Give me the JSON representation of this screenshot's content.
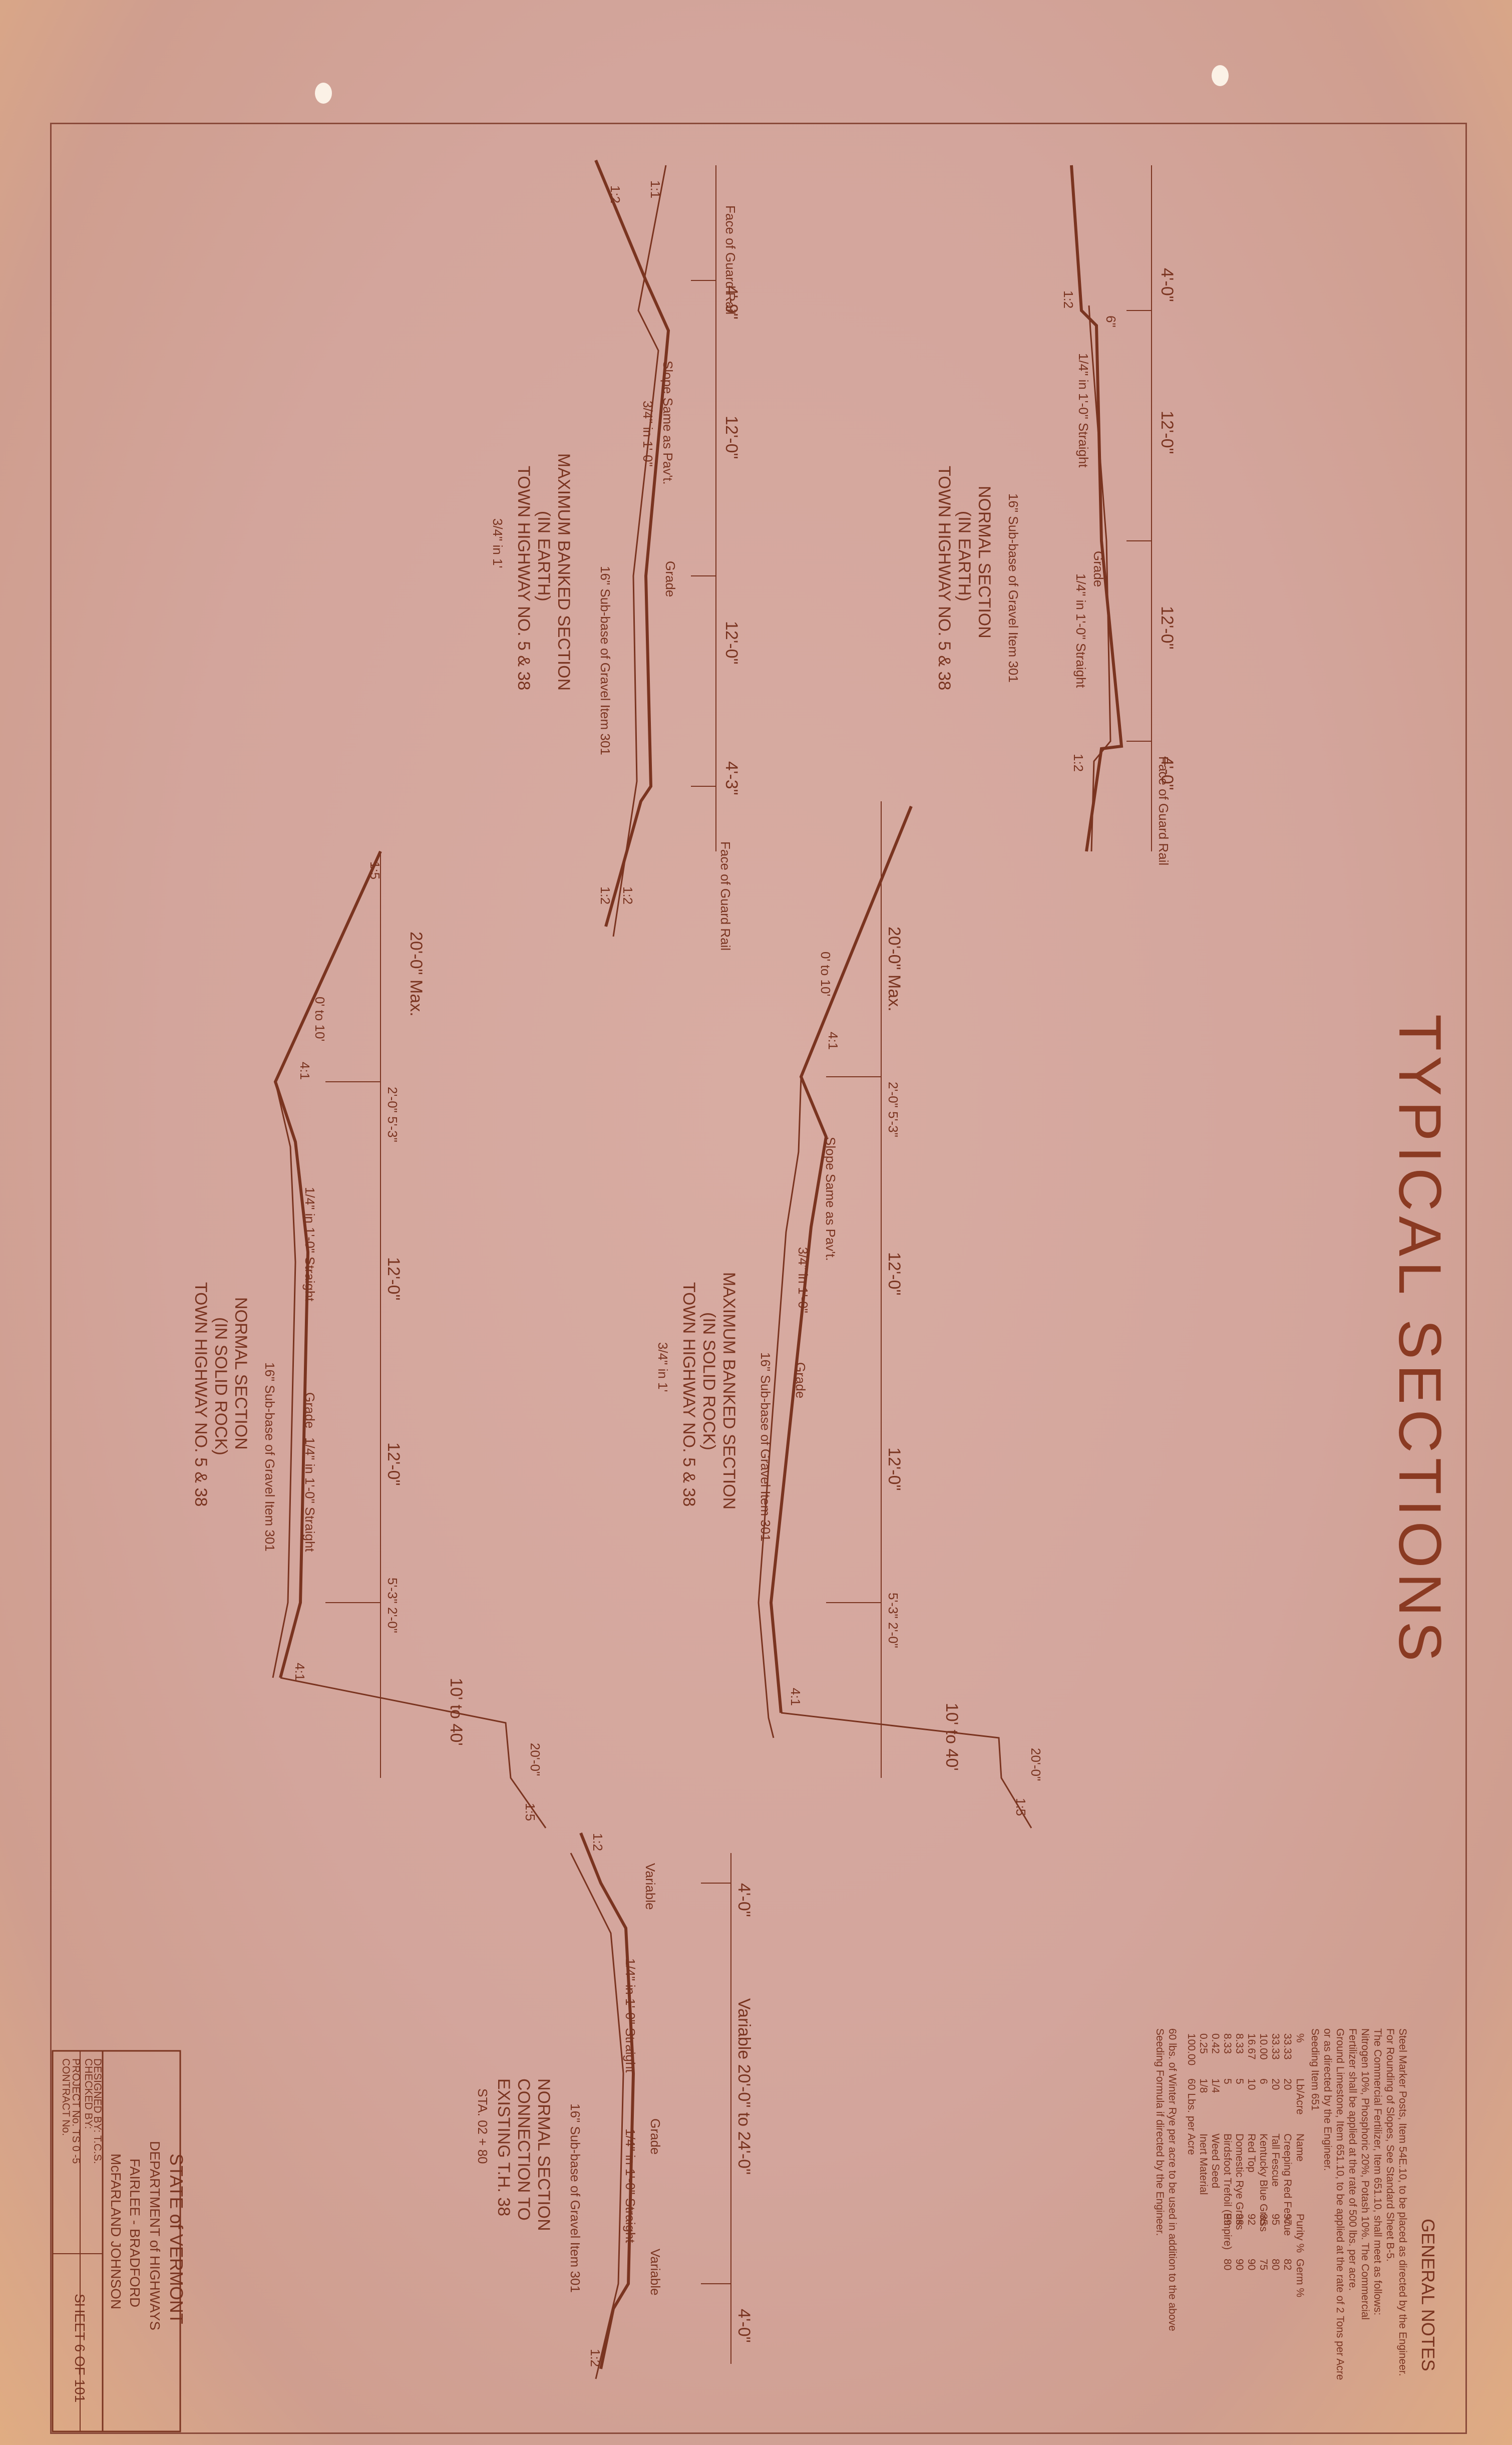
{
  "sheet_title": "TYPICAL SECTIONS",
  "sections": {
    "normal_earth": {
      "name": "NORMAL SECTION",
      "condition": "(IN EARTH)",
      "road": "TOWN HIGHWAY NO. 5 & 38",
      "shoulder_left": "4'-0\"",
      "lane_left": "12'-0\"",
      "lane_right": "12'-0\"",
      "shoulder_right": "4'-0\"",
      "slope_left": "1/4\" in 1'-0\" Straight",
      "slope_right": "1/4\" in 1'-0\" Straight",
      "subbase": "16\" Sub-base of Gravel Item 301",
      "grade": "Grade",
      "guard_rail": "Face of Guard Rail"
    },
    "banked_earth": {
      "name": "MAXIMUM BANKED SECTION",
      "condition": "(IN EARTH)",
      "road": "TOWN HIGHWAY NO. 5 & 38",
      "superelevation": "3/4\" in 1'",
      "shoulder_left": "4'-9\"",
      "lane_left": "12'-0\"",
      "lane_right": "12'-0\"",
      "shoulder_right": "4'-3\"",
      "slope_a": "3/4\" in 1'-0\"",
      "slope_b": "Slope Same as Pav't.",
      "subbase": "16\" Sub-base of Gravel Item 301",
      "grade": "Grade",
      "guard_rail_left": "Face of Guard Rail",
      "guard_rail_right": "Face of Guard Rail"
    },
    "banked_rock": {
      "name": "MAXIMUM BANKED SECTION",
      "condition": "(IN SOLID ROCK)",
      "road": "TOWN HIGHWAY NO. 5 & 38",
      "superelevation": "3/4\" in 1'",
      "cut_height": "20'-0\" Max.",
      "offset": "0' to 10'",
      "ditch_left": "2'-0\" 5'-3\"",
      "lane_left": "12'-0\"",
      "lane_right": "12'-0\"",
      "ditch_right": "5'-3\" 2'-0\"",
      "fill_width": "10' to 40'",
      "rock_width": "20'-0\"",
      "slope_a": "3/4\" in 1'-0\"",
      "slope_b": "Slope Same as Pav't.",
      "subbase": "16\" Sub-base of Gravel Item 301",
      "grade": "Grade"
    },
    "normal_rock": {
      "name": "NORMAL SECTION",
      "condition": "(IN SOLID ROCK)",
      "road": "TOWN HIGHWAY NO. 5 & 38",
      "cut_height": "20'-0\" Max.",
      "offset": "0' to 10'",
      "ditch_left": "2'-0\" 5'-3\"",
      "lane_left": "12'-0\"",
      "lane_right": "12'-0\"",
      "ditch_right": "5'-3\" 2'-0\"",
      "fill_width": "10' to 40'",
      "rock_width": "20'-0\"",
      "slope_left": "1/4\" in 1'-0\" Straight",
      "slope_right": "1/4\" in 1'-0\" Straight",
      "subbase": "16\" Sub-base of Gravel Item 301",
      "grade": "Grade"
    },
    "connection": {
      "name": "NORMAL SECTION",
      "condition": "CONNECTION TO",
      "road": "EXISTING T.H. 38",
      "station": "STA. 02 + 80",
      "shoulder_left": "4'-0\"",
      "width": "Variable 20'-0\" to 24'-0\"",
      "shoulder_right": "4'-0\"",
      "variable": "Variable",
      "slope_left": "1/4\" in 1'-0\" Straight",
      "slope_right": "1/4\" in 1'-0\" Straight",
      "subbase": "16\" Sub-base of Gravel Item 301",
      "grade": "Grade"
    }
  },
  "slope_labels": {
    "s1_2": "1:2",
    "s1_1": "1:1",
    "s1_5": "1:5",
    "s4_1": "4:1",
    "s6in": "6\""
  },
  "notes": {
    "title": "GENERAL NOTES",
    "lines": [
      "Steel Marker Posts, Item 54E.10, to be placed as directed by the Engineer.",
      "For Rounding of Slopes, See Standard Sheet B-5.",
      "The Commercial Fertilizer, Item 651.10, shall meet as follows:",
      "Nitrogen 10%, Phosphoric 20%, Potash 10%. The Commercial",
      "Fertilizer shall be applied at the rate of 500 lbs. per acre.",
      "Ground Limestone, Item 651.10, to be applied at the rate of 2 Tons per Acre",
      "or as directed by the Engineer.",
      "Seeding Item 651"
    ],
    "seed_table": {
      "headers": [
        "%",
        "Lb/Acre",
        "Name",
        "Purity %",
        "Germ %"
      ],
      "rows": [
        [
          "33.33",
          "20",
          "Creeping Red Fescue",
          "97",
          "82"
        ],
        [
          "33.33",
          "20",
          "Tall Fescue",
          "95",
          "80"
        ],
        [
          "10.00",
          "6",
          "Kentucky Blue Grass",
          "85",
          "75"
        ],
        [
          "16.67",
          "10",
          "Red Top",
          "92",
          "90"
        ],
        [
          "8.33",
          "5",
          "Domestic Rye Grass",
          "98",
          "90"
        ],
        [
          "8.33",
          "5",
          "Birdsfoot Trefoil (Empire)",
          "99",
          "80"
        ],
        [
          "0.42",
          "1/4",
          "Weed Seed",
          "",
          ""
        ],
        [
          "0.25",
          "1/8",
          "Inert Material",
          "",
          ""
        ],
        [
          "100.00",
          "60 Lbs. per Acre",
          "",
          "",
          ""
        ]
      ]
    },
    "footer": [
      "60 lbs. of Winter Rye per acre to be used in addition to the above",
      "Seeding Formula if directed by the Engineer."
    ]
  },
  "title_block": {
    "state": "STATE of VERMONT",
    "dept": "DEPARTMENT of HIGHWAYS",
    "towns": "FAIRLEE - BRADFORD",
    "firm": "McFARLAND JOHNSON",
    "designed": "DESIGNED BY: T.C.S.",
    "checked": "CHECKED BY:",
    "project": "PROJECT No. TS 0 -5",
    "contract": "CONTRACT No.",
    "sheet": "SHEET 6 OF 101"
  }
}
